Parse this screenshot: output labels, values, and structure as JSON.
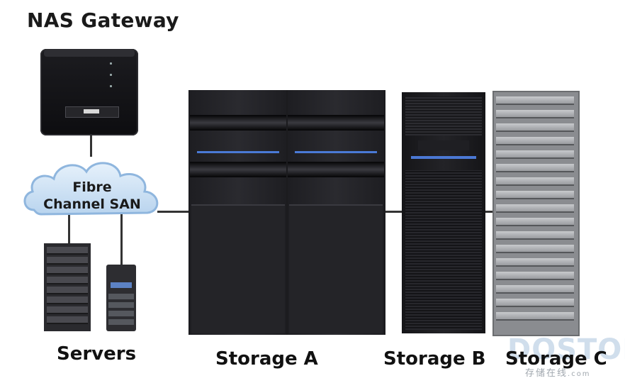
{
  "diagram": {
    "title": "NAS Gateway",
    "cloud": {
      "line1": "Fibre",
      "line2": "Channel SAN"
    },
    "labels": {
      "servers": "Servers",
      "storage_a": "Storage A",
      "storage_b": "Storage B",
      "storage_c": "Storage C"
    },
    "watermark": {
      "logo": "DOSTOR",
      "cn": "存储在线",
      "suffix": ".com"
    }
  },
  "colors": {
    "cloud_fill": "#cfe3f5",
    "cloud_stroke": "#8fb6de",
    "connector": "#333333",
    "accent_blue": "#4a7ad6"
  }
}
